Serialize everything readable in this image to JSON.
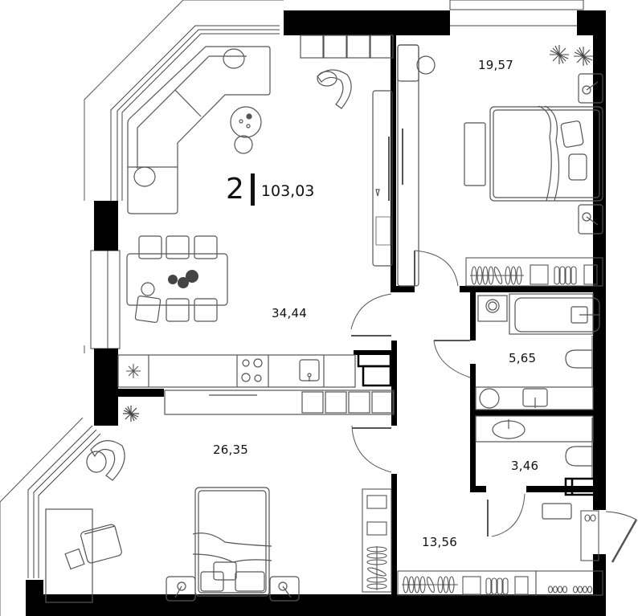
{
  "plan": {
    "rooms_count": "2",
    "total_area": "103,03",
    "colors": {
      "wall": "#000000",
      "line": "#333333",
      "background": "#ffffff",
      "accent_fill": "#444444"
    }
  },
  "rooms": [
    {
      "id": "living-kitchen",
      "area": "34,44"
    },
    {
      "id": "bedroom-1",
      "area": "19,57"
    },
    {
      "id": "bathroom",
      "area": "5,65"
    },
    {
      "id": "toilet",
      "area": "3,46"
    },
    {
      "id": "bedroom-2",
      "area": "26,35"
    },
    {
      "id": "hallway",
      "area": "13,56"
    }
  ],
  "icons": [
    "sofa-icon",
    "armchair-icon",
    "coffee-table-icon",
    "tv-icon",
    "dining-table-icon",
    "chair-icon",
    "kitchen-counter-icon",
    "stove-icon",
    "sink-icon",
    "fridge-icon",
    "plant-icon",
    "double-bed-icon",
    "nightstand-lamp-icon",
    "wardrobe-icon",
    "vanity-icon",
    "bathtub-icon",
    "washing-machine-icon",
    "toilet-icon",
    "washbasin-icon",
    "desk-icon",
    "office-chair-icon",
    "shoe-rack-icon",
    "bench-icon",
    "door-icon",
    "window-icon"
  ]
}
